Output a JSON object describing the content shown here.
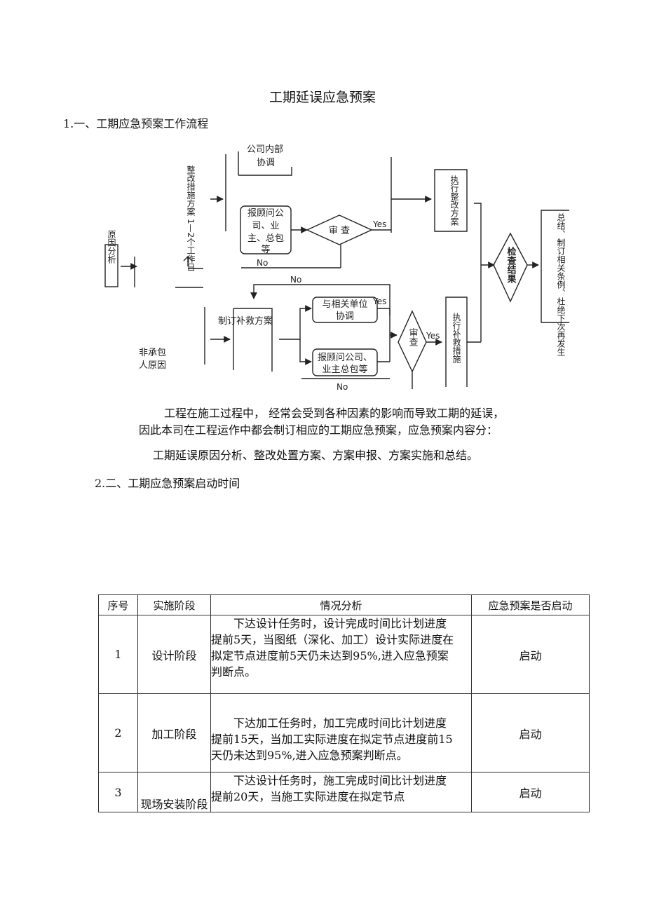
{
  "document": {
    "title": "工期延误应急预案",
    "heading1": "1.一、工期应急预案工作流程",
    "heading2": "2.二、工期应急预案启动时间",
    "intro_line1": "工程在施工过程中，  经常会受到各种因素的影响而导致工期的延误，",
    "intro_line2": "因此本司在工程运作中都会制订相应的工期应急预案，应急预案内容分：",
    "intro_line3": "工期延误原因分析、整改处置方案、方案申报、方案实施和总结。"
  },
  "flowchart": {
    "cause_analysis": "原因分析",
    "rectify_plan": "整改措施方案 1—2个工作日",
    "internal_coord_1": "公司内部",
    "internal_coord_2": "协调",
    "report_1": "报顾问公",
    "report_2": "司、业",
    "report_3": "主、总包",
    "report_4": "等",
    "review_top": "审 查",
    "yes_top": "Yes",
    "no_top": "No",
    "execute_rectify": "执行整改方案",
    "check_result": "检查结果",
    "summary": "总结、制订相关条例、杜绝下次再发生",
    "no_middle": "No",
    "non_contractor_1": "非承包",
    "non_contractor_2": "人原因",
    "remedy_plan": "制订补救方案",
    "coord_units_1": "与相关单位",
    "coord_units_2": "协调",
    "yes_mid": "Yes",
    "report_bottom_1": "报顾问公司、",
    "report_bottom_2": "业主总包等",
    "review_bottom": "审查",
    "yes_bottom": "Yes",
    "no_bottom": "No",
    "execute_remedy": "执行补救措施"
  },
  "table": {
    "headers": [
      "序号",
      "实施阶段",
      "情况分析",
      "应急预案是否启动"
    ],
    "rows": [
      {
        "num": "1",
        "stage": "设计阶段",
        "lines": [
          "下达设计任务时，设计完成时间比计划进度",
          "提前5天，当图纸（深化、加工）设计实际进度在",
          "拟定节点进度前5天仍未达到95%,进入应急预案",
          "判断点。"
        ],
        "start": "启动"
      },
      {
        "num": "2",
        "stage": "加工阶段",
        "lines": [
          "下达加工任务时，加工完成时间比计划进度",
          "提前15天，当加工实际进度在拟定节点进度前15",
          "天仍未达到95%,进入应急预案判断点。"
        ],
        "start": "启动"
      },
      {
        "num": "3",
        "stage": "现场安装阶段",
        "lines": [
          "下达设计任务时，施工完成时间比计划进度",
          "提前20天，当施工实际进度在拟定节点"
        ],
        "start": "启动"
      }
    ]
  }
}
